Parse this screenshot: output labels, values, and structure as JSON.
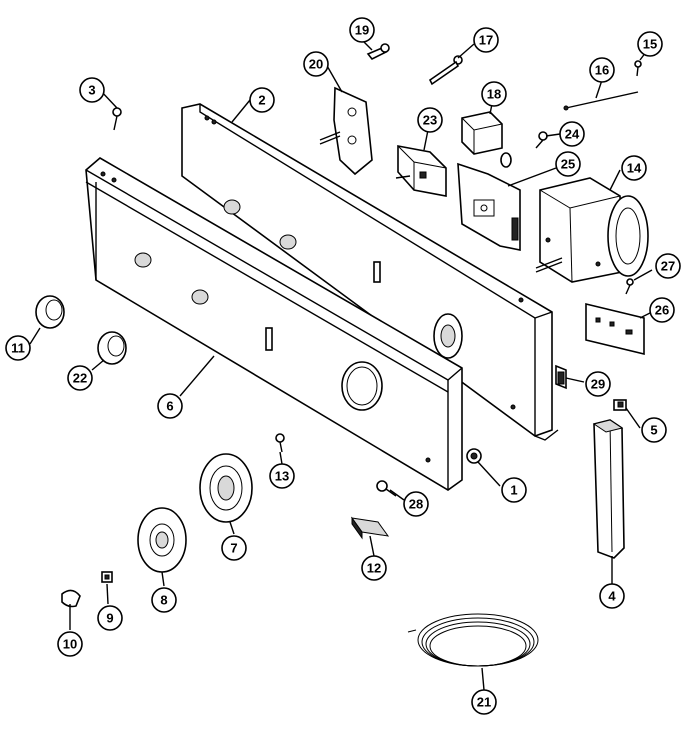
{
  "diagram": {
    "callouts": [
      {
        "id": "c1",
        "label": "1"
      },
      {
        "id": "c2",
        "label": "2"
      },
      {
        "id": "c3",
        "label": "3"
      },
      {
        "id": "c4",
        "label": "4"
      },
      {
        "id": "c5",
        "label": "5"
      },
      {
        "id": "c6",
        "label": "6"
      },
      {
        "id": "c7",
        "label": "7"
      },
      {
        "id": "c8",
        "label": "8"
      },
      {
        "id": "c9",
        "label": "9"
      },
      {
        "id": "c10",
        "label": "10"
      },
      {
        "id": "c11",
        "label": "11"
      },
      {
        "id": "c12",
        "label": "12"
      },
      {
        "id": "c13",
        "label": "13"
      },
      {
        "id": "c14",
        "label": "14"
      },
      {
        "id": "c15",
        "label": "15"
      },
      {
        "id": "c16",
        "label": "16"
      },
      {
        "id": "c17",
        "label": "17"
      },
      {
        "id": "c18",
        "label": "18"
      },
      {
        "id": "c19",
        "label": "19"
      },
      {
        "id": "c20",
        "label": "20"
      },
      {
        "id": "c21",
        "label": "21"
      },
      {
        "id": "c22",
        "label": "22"
      },
      {
        "id": "c23",
        "label": "23"
      },
      {
        "id": "c24",
        "label": "24"
      },
      {
        "id": "c25",
        "label": "25"
      },
      {
        "id": "c26",
        "label": "26"
      },
      {
        "id": "c27",
        "label": "27"
      },
      {
        "id": "c28",
        "label": "28"
      },
      {
        "id": "c29",
        "label": "29"
      }
    ]
  }
}
